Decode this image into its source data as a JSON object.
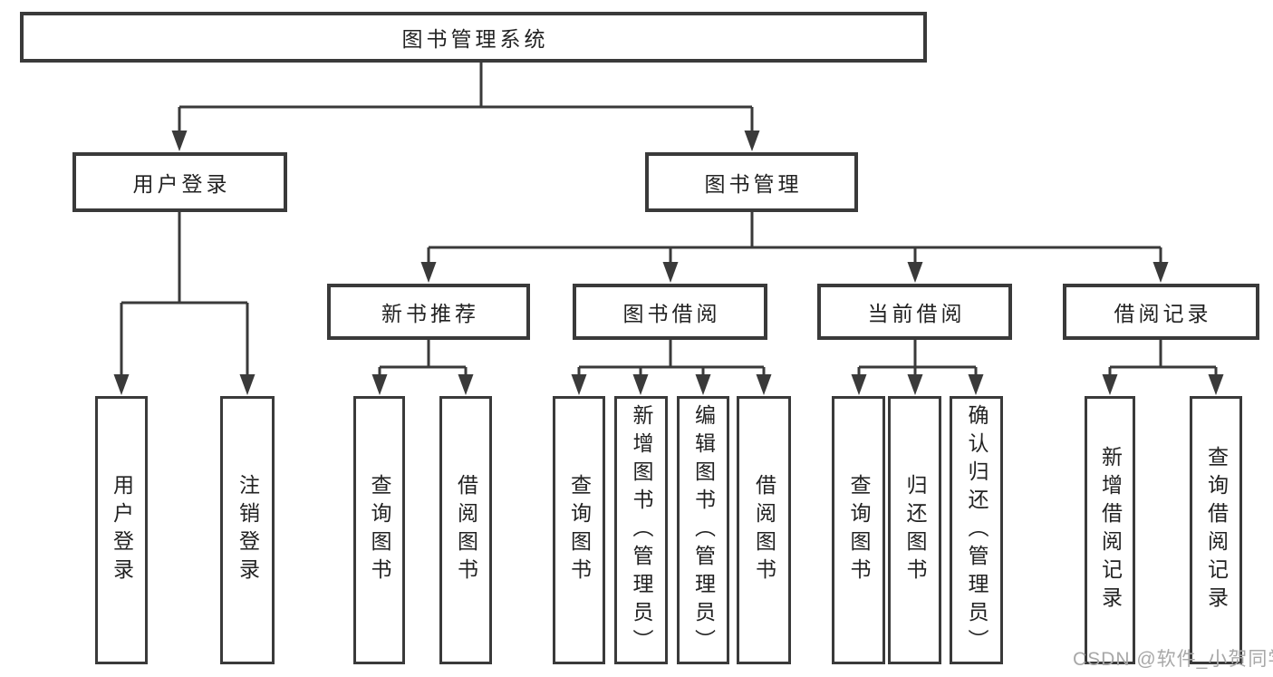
{
  "colors": {
    "line": "#3a3a3a",
    "box_border": "#3a3a3a",
    "box_fill": "#ffffff",
    "text": "#222222",
    "background": "#ffffff",
    "watermark": "#a8a8a8"
  },
  "watermark": {
    "text": "CSDN @软件_小贺同学"
  },
  "tree": {
    "root": {
      "label": "图书管理系统",
      "children": [
        {
          "label": "用户登录",
          "children": [
            {
              "label": "用户登录"
            },
            {
              "label": "注销登录"
            }
          ]
        },
        {
          "label": "图书管理",
          "children": [
            {
              "label": "新书推荐",
              "children": [
                {
                  "label": "查询图书"
                },
                {
                  "label": "借阅图书"
                }
              ]
            },
            {
              "label": "图书借阅",
              "children": [
                {
                  "label": "查询图书"
                },
                {
                  "label": "新增图书（管理员）"
                },
                {
                  "label": "编辑图书（管理员）"
                },
                {
                  "label": "借阅图书"
                }
              ]
            },
            {
              "label": "当前借阅",
              "children": [
                {
                  "label": "查询图书"
                },
                {
                  "label": "归还图书"
                },
                {
                  "label": "确认归还（管理员）"
                }
              ]
            },
            {
              "label": "借阅记录",
              "children": [
                {
                  "label": "新增借阅记录"
                },
                {
                  "label": "查询借阅记录"
                }
              ]
            }
          ]
        }
      ]
    }
  }
}
